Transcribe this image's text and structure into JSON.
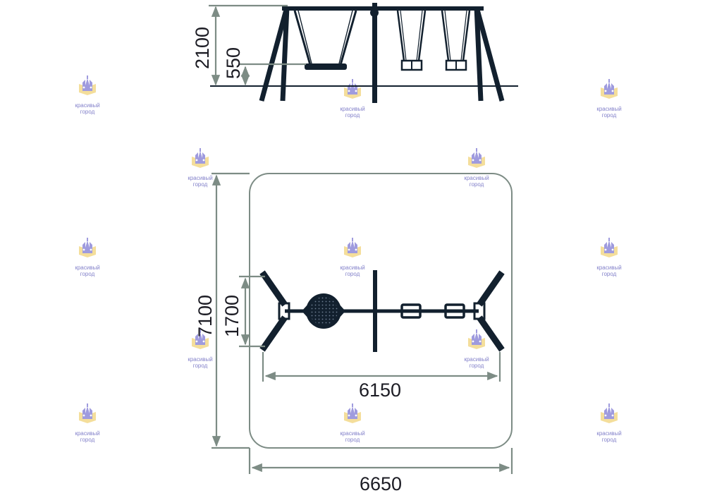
{
  "dimensions": {
    "frame_height": "2100",
    "seat_height": "550",
    "zone_depth": "7100",
    "frame_depth": "1700",
    "frame_length": "6150",
    "zone_width": "6650"
  },
  "watermark": {
    "line1": "красивый",
    "line2": "город"
  },
  "colors": {
    "equipment": "#12202e",
    "dimension_lines": "#7d8c85",
    "watermark_gold": "#f2d98a",
    "watermark_purple": "#8e8ad8"
  }
}
